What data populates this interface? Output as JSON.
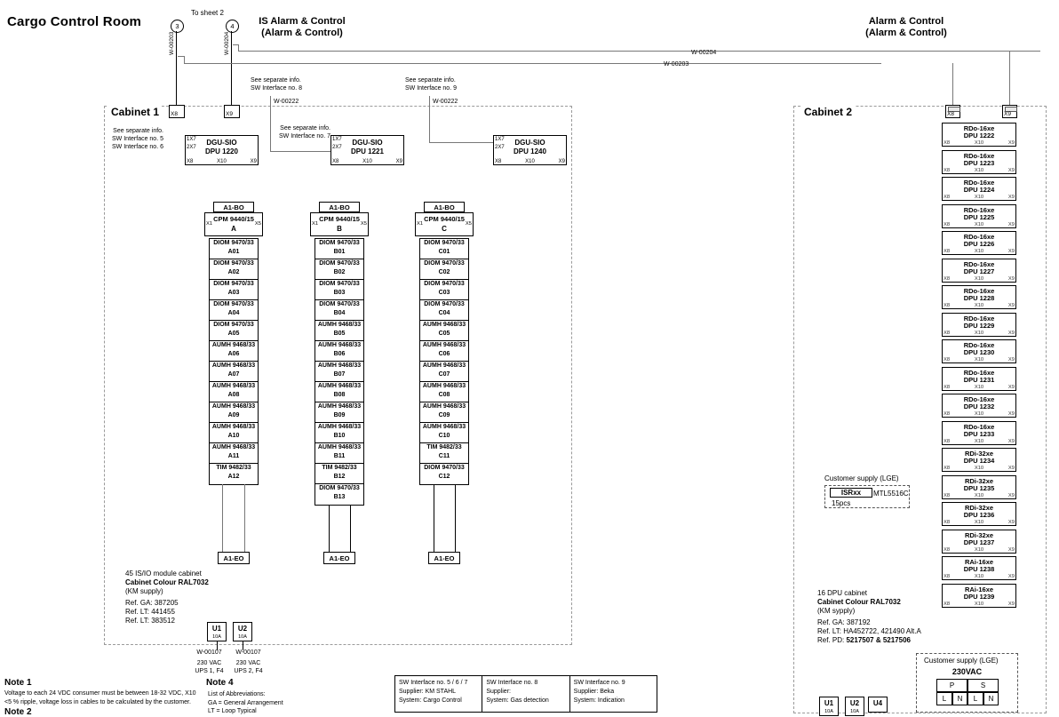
{
  "titles": {
    "left": "Cargo Control Room",
    "mid": "IS Alarm & Control",
    "mid_sub": "(Alarm & Control)",
    "right": "Alarm & Control",
    "right_sub": "(Alarm & Control)",
    "to_sheet": "To sheet 2"
  },
  "sheet_refs": [
    {
      "label": "3",
      "wire": "W-00203"
    },
    {
      "label": "4",
      "wire": "W-00204"
    }
  ],
  "top_wires": {
    "w204": "W-00204",
    "w203": "W-00203"
  },
  "cabinet1": {
    "title": "Cabinet 1",
    "conn_x8": "X8",
    "conn_x9": "X9",
    "notes": [
      {
        "l1": "See separate info.",
        "l2": "SW Interface no. 5",
        "l3": "SW Interface no. 6"
      },
      {
        "l1": "See separate info.",
        "l2": "SW Interface no. 7"
      }
    ],
    "sep_info_top": [
      {
        "l1": "See separate info.",
        "l2": "SW Interface no. 8",
        "wire": "W-00222"
      },
      {
        "l1": "See separate info.",
        "l2": "SW Interface no. 9",
        "wire": "W-00222"
      }
    ],
    "dgu": [
      {
        "type": "DGU-SIO",
        "dpu": "DPU 1220",
        "p1": "1X7",
        "p2": "2X7",
        "x8": "X8",
        "x10": "X10",
        "x9": "X9"
      },
      {
        "type": "DGU-SIO",
        "dpu": "DPU 1221",
        "p1": "1X7",
        "p2": "2X7",
        "x8": "X8",
        "x10": "X10",
        "x9": "X9"
      },
      {
        "type": "DGU-SIO",
        "dpu": "DPU 1240",
        "p1": "1X7",
        "p2": "2X7",
        "x8": "X8",
        "x10": "X10",
        "x9": "X9"
      }
    ],
    "info": {
      "l1": "45 IS/IO module cabinet",
      "l2": "Cabinet Colour RAL7032",
      "l3": "(KM supply)",
      "l4": "Ref. GA: 387205",
      "l5": "Ref. LT: 441455",
      "l6": "Ref. LT: 383512"
    },
    "fuses": [
      {
        "name": "U1",
        "amp": "10A",
        "wire": "W-00107",
        "v": "230 VAC",
        "ups": "UPS 1, F4"
      },
      {
        "name": "U2",
        "amp": "10A",
        "wire": "W-00107",
        "v": "230 VAC",
        "ups": "UPS 2, F4"
      }
    ],
    "columns": [
      {
        "a1bo": "A1-BO",
        "cpm": "CPM 9440/15",
        "letter": "A",
        "x1": "X1",
        "x5": "X5",
        "a1eo": "A1-EO",
        "modules": [
          {
            "type": "DIOM 9470/33",
            "tag": "A01"
          },
          {
            "type": "DIOM 9470/33",
            "tag": "A02"
          },
          {
            "type": "DIOM 9470/33",
            "tag": "A03"
          },
          {
            "type": "DIOM 9470/33",
            "tag": "A04"
          },
          {
            "type": "DIOM 9470/33",
            "tag": "A05"
          },
          {
            "type": "AUMH 9468/33",
            "tag": "A06"
          },
          {
            "type": "AUMH 9468/33",
            "tag": "A07"
          },
          {
            "type": "AUMH 9468/33",
            "tag": "A08"
          },
          {
            "type": "AUMH 9468/33",
            "tag": "A09"
          },
          {
            "type": "AUMH 9468/33",
            "tag": "A10"
          },
          {
            "type": "AUMH 9468/33",
            "tag": "A11"
          },
          {
            "type": "TIM 9482/33",
            "tag": "A12"
          }
        ]
      },
      {
        "a1bo": "A1-BO",
        "cpm": "CPM 9440/15",
        "letter": "B",
        "x1": "X1",
        "x5": "X5",
        "a1eo": "A1-EO",
        "modules": [
          {
            "type": "DIOM 9470/33",
            "tag": "B01"
          },
          {
            "type": "DIOM 9470/33",
            "tag": "B02"
          },
          {
            "type": "DIOM 9470/33",
            "tag": "B03"
          },
          {
            "type": "DIOM 9470/33",
            "tag": "B04"
          },
          {
            "type": "AUMH 9468/33",
            "tag": "B05"
          },
          {
            "type": "AUMH 9468/33",
            "tag": "B06"
          },
          {
            "type": "AUMH 9468/33",
            "tag": "B07"
          },
          {
            "type": "AUMH 9468/33",
            "tag": "B08"
          },
          {
            "type": "AUMH 9468/33",
            "tag": "B09"
          },
          {
            "type": "AUMH 9468/33",
            "tag": "B10"
          },
          {
            "type": "AUMH 9468/33",
            "tag": "B11"
          },
          {
            "type": "TIM 9482/33",
            "tag": "B12"
          },
          {
            "type": "DIOM 9470/33",
            "tag": "B13"
          }
        ]
      },
      {
        "a1bo": "A1-BO",
        "cpm": "CPM 9440/15",
        "letter": "C",
        "x1": "X1",
        "x5": "X5",
        "a1eo": "A1-EO",
        "modules": [
          {
            "type": "DIOM 9470/33",
            "tag": "C01"
          },
          {
            "type": "DIOM 9470/33",
            "tag": "C02"
          },
          {
            "type": "DIOM 9470/33",
            "tag": "C03"
          },
          {
            "type": "DIOM 9470/33",
            "tag": "C04"
          },
          {
            "type": "AUMH 9468/33",
            "tag": "C05"
          },
          {
            "type": "AUMH 9468/33",
            "tag": "C06"
          },
          {
            "type": "AUMH 9468/33",
            "tag": "C07"
          },
          {
            "type": "AUMH 9468/33",
            "tag": "C08"
          },
          {
            "type": "AUMH 9468/33",
            "tag": "C09"
          },
          {
            "type": "AUMH 9468/33",
            "tag": "C10"
          },
          {
            "type": "TIM 9482/33",
            "tag": "C11"
          },
          {
            "type": "DIOM 9470/33",
            "tag": "C12"
          }
        ]
      }
    ]
  },
  "cabinet2": {
    "title": "Cabinet 2",
    "conn_x8": "X8",
    "conn_x9": "X9",
    "info": {
      "l1": "16 DPU cabinet",
      "l2": "Cabinet Colour RAL7032",
      "l3": "(KM sypply)",
      "l4": "Ref. GA: 387192",
      "l5": "Ref. LT: HA452722, 421490 Alt.A",
      "l6_label": "Ref. PD:",
      "l6_val": "5217507 & 5217506"
    },
    "customer_supply_isr": {
      "title": "Customer supply (LGE)",
      "isr": "ISRxx",
      "mtl": "MTL5516C",
      "pcs": "15pcs"
    },
    "customer_supply_230": {
      "title": "Customer supply (LGE)",
      "voltage": "230VAC",
      "cols": [
        "P",
        "S"
      ],
      "terminals": [
        "L",
        "N",
        "L",
        "N"
      ]
    },
    "fuses": [
      {
        "name": "U1",
        "amp": "10A"
      },
      {
        "name": "U2",
        "amp": "10A"
      },
      {
        "name": "U4",
        "amp": ""
      }
    ],
    "dpus": [
      {
        "type": "RDo-16xe",
        "dpu": "DPU 1222",
        "x8": "X8",
        "x10": "X10",
        "x9": "X9"
      },
      {
        "type": "RDo-16xe",
        "dpu": "DPU 1223",
        "x8": "X8",
        "x10": "X10",
        "x9": "X9"
      },
      {
        "type": "RDo-16xe",
        "dpu": "DPU 1224",
        "x8": "X8",
        "x10": "X10",
        "x9": "X9"
      },
      {
        "type": "RDo-16xe",
        "dpu": "DPU 1225",
        "x8": "X8",
        "x10": "X10",
        "x9": "X9"
      },
      {
        "type": "RDo-16xe",
        "dpu": "DPU 1226",
        "x8": "X8",
        "x10": "X10",
        "x9": "X9"
      },
      {
        "type": "RDo-16xe",
        "dpu": "DPU 1227",
        "x8": "X8",
        "x10": "X10",
        "x9": "X9"
      },
      {
        "type": "RDo-16xe",
        "dpu": "DPU 1228",
        "x8": "X8",
        "x10": "X10",
        "x9": "X9"
      },
      {
        "type": "RDo-16xe",
        "dpu": "DPU 1229",
        "x8": "X8",
        "x10": "X10",
        "x9": "X9"
      },
      {
        "type": "RDo-16xe",
        "dpu": "DPU 1230",
        "x8": "X8",
        "x10": "X10",
        "x9": "X9"
      },
      {
        "type": "RDo-16xe",
        "dpu": "DPU 1231",
        "x8": "X8",
        "x10": "X10",
        "x9": "X9"
      },
      {
        "type": "RDo-16xe",
        "dpu": "DPU 1232",
        "x8": "X8",
        "x10": "X10",
        "x9": "X9"
      },
      {
        "type": "RDo-16xe",
        "dpu": "DPU 1233",
        "x8": "X8",
        "x10": "X10",
        "x9": "X9"
      },
      {
        "type": "RDi-32xe",
        "dpu": "DPU 1234",
        "x8": "X8",
        "x10": "X10",
        "x9": "X9"
      },
      {
        "type": "RDi-32xe",
        "dpu": "DPU 1235",
        "x8": "X8",
        "x10": "X10",
        "x9": "X9"
      },
      {
        "type": "RDi-32xe",
        "dpu": "DPU 1236",
        "x8": "X8",
        "x10": "X10",
        "x9": "X9"
      },
      {
        "type": "RDi-32xe",
        "dpu": "DPU 1237",
        "x8": "X8",
        "x10": "X10",
        "x9": "X9"
      },
      {
        "type": "RAi-16xe",
        "dpu": "DPU 1238",
        "x8": "X8",
        "x10": "X10",
        "x9": "X9"
      },
      {
        "type": "RAi-16xe",
        "dpu": "DPU 1239",
        "x8": "X8",
        "x10": "X10",
        "x9": "X9"
      }
    ]
  },
  "notes": {
    "note1_h": "Note 1",
    "note1_b": "Voltage to each 24 VDC consumer must be between 18-32 VDC, X10 <5 % ripple, voltage loss in cables to be calculated by the customer.",
    "note2_h": "Note 2",
    "note4_h": "Note 4",
    "note4_b1": "List of Abbreviations:",
    "note4_b2": "GA = General Arrangement",
    "note4_b3": "LT =  Loop Typical"
  },
  "sw_table": [
    {
      "l1": "SW Interface no. 5 / 6 / 7",
      "l2": "Supplier: KM STAHL",
      "l3": "System: Cargo Control"
    },
    {
      "l1": "SW Interface no. 8",
      "l2": "Supplier:",
      "l3": "System: Gas detection"
    },
    {
      "l1": "SW Interface no. 9",
      "l2": "Supplier: Beka",
      "l3": "System: Indication"
    }
  ]
}
